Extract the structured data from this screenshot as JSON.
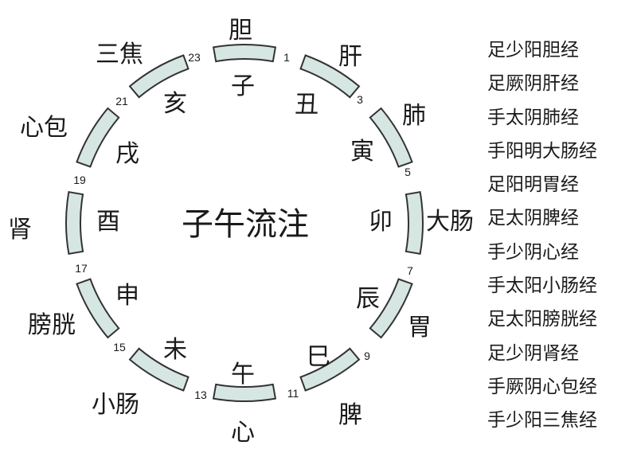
{
  "title": "子午流注",
  "branches": [
    "子",
    "丑",
    "寅",
    "卯",
    "辰",
    "巳",
    "午",
    "未",
    "申",
    "酉",
    "戌",
    "亥"
  ],
  "organs": [
    "胆",
    "肝",
    "肺",
    "大肠",
    "胃",
    "脾",
    "心",
    "小肠",
    "膀胱",
    "肾",
    "心包",
    "三焦"
  ],
  "hours": [
    "1",
    "3",
    "5",
    "7",
    "9",
    "11",
    "13",
    "15",
    "17",
    "19",
    "21",
    "23"
  ],
  "meridians": [
    "足少阳胆经",
    "足厥阴肝经",
    "手太阴肺经",
    "手阳明大肠经",
    "足阳明胃经",
    "足太阴脾经",
    "手少阴心经",
    "手太阳小肠经",
    "足太阳膀胱经",
    "足少阴肾经",
    "手厥阴心包经",
    "手少阳三焦经"
  ],
  "colors": {
    "segment_fill": "#d6e6e3",
    "segment_stroke": "#333333"
  }
}
